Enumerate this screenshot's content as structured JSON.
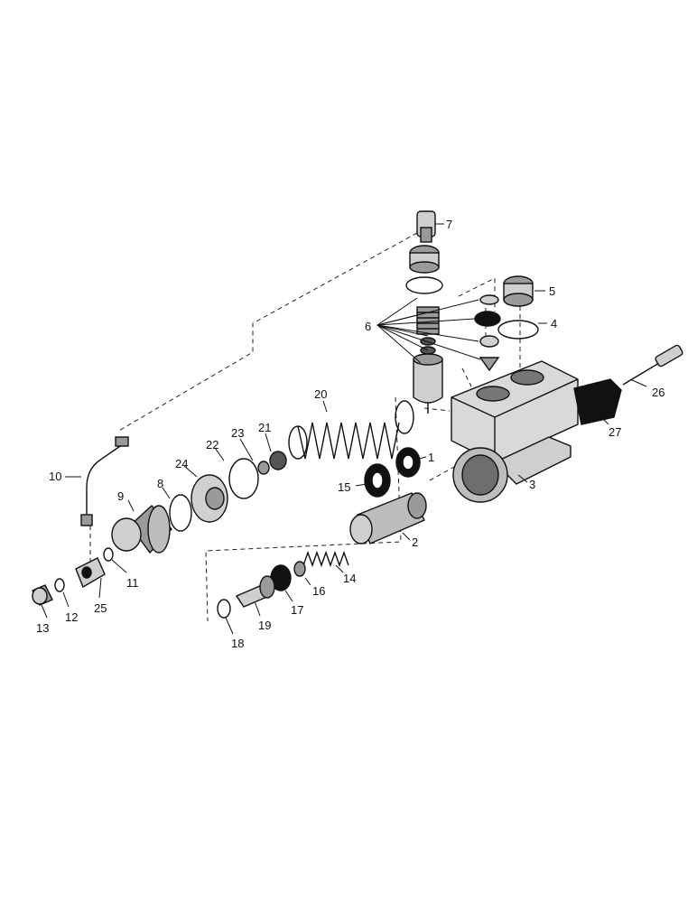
{
  "labels": {
    "l1": "1",
    "l2": "2",
    "l3": "3",
    "l4": "4",
    "l5": "5",
    "l6": "6",
    "l7": "7",
    "l8": "8",
    "l9": "9",
    "l10": "10",
    "l11": "11",
    "l12": "12",
    "l13": "13",
    "l14": "14",
    "l15": "15",
    "l16": "16",
    "l17": "17",
    "l18": "18",
    "l19": "19",
    "l20": "20",
    "l21": "21",
    "l22": "22",
    "l23": "23",
    "l24": "24",
    "l25": "25",
    "l26": "26",
    "l27": "27"
  },
  "colors": {
    "ink": "#111111",
    "paper": "#ffffff",
    "shade": "#cfcfcf",
    "mid": "#9a9a9a"
  }
}
